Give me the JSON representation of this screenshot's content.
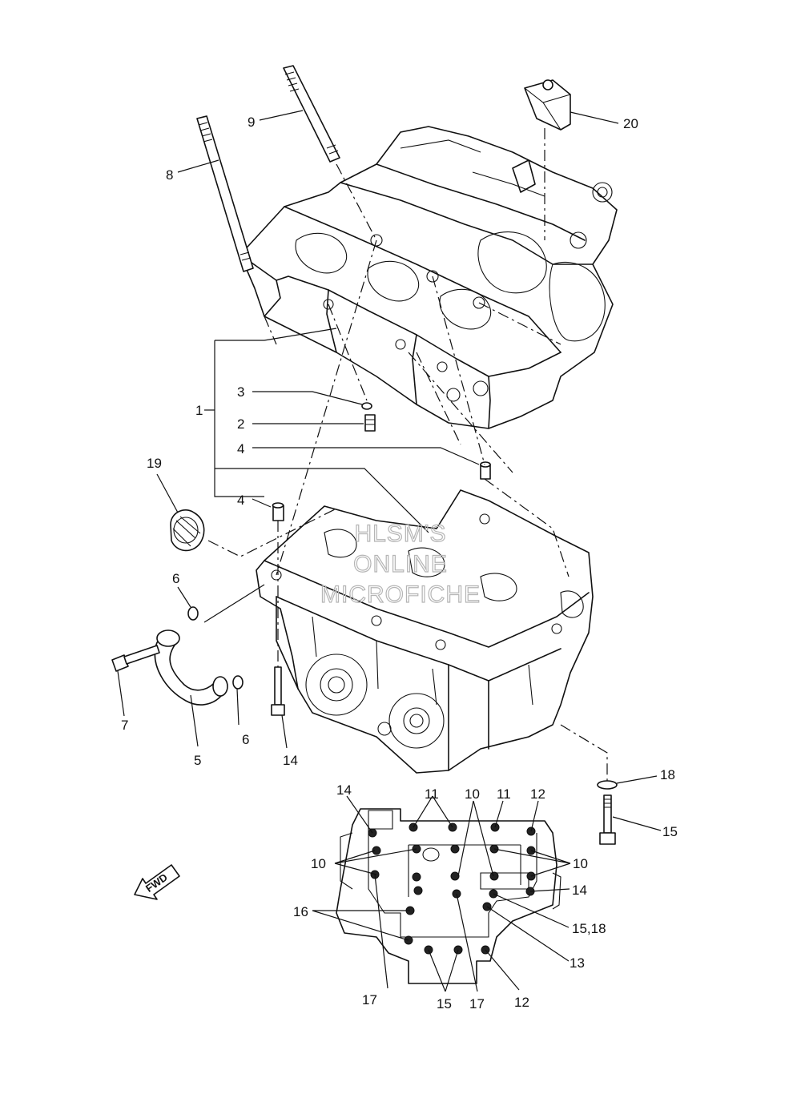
{
  "watermark": {
    "line1": "HLSM'S",
    "line2": "ONLINE",
    "line3": "MICROFICHE"
  },
  "fwd_label": "FWD",
  "callouts": [
    {
      "id": "c1",
      "text": "1"
    },
    {
      "id": "c2",
      "text": "2"
    },
    {
      "id": "c3",
      "text": "3"
    },
    {
      "id": "c4a",
      "text": "4"
    },
    {
      "id": "c4b",
      "text": "4"
    },
    {
      "id": "c5",
      "text": "5"
    },
    {
      "id": "c6a",
      "text": "6"
    },
    {
      "id": "c6b",
      "text": "6"
    },
    {
      "id": "c7",
      "text": "7"
    },
    {
      "id": "c8",
      "text": "8"
    },
    {
      "id": "c9",
      "text": "9"
    },
    {
      "id": "c10a",
      "text": "10"
    },
    {
      "id": "c10b",
      "text": "10"
    },
    {
      "id": "c10c",
      "text": "10"
    },
    {
      "id": "c11a",
      "text": "11"
    },
    {
      "id": "c11b",
      "text": "11"
    },
    {
      "id": "c12a",
      "text": "12"
    },
    {
      "id": "c12b",
      "text": "12"
    },
    {
      "id": "c13",
      "text": "13"
    },
    {
      "id": "c14a",
      "text": "14"
    },
    {
      "id": "c14b",
      "text": "14"
    },
    {
      "id": "c14c",
      "text": "14"
    },
    {
      "id": "c15a",
      "text": "15"
    },
    {
      "id": "c15b",
      "text": "15"
    },
    {
      "id": "c1518",
      "text": "15,18"
    },
    {
      "id": "c16",
      "text": "16"
    },
    {
      "id": "c17a",
      "text": "17"
    },
    {
      "id": "c17b",
      "text": "17"
    },
    {
      "id": "c18",
      "text": "18"
    },
    {
      "id": "c19",
      "text": "19"
    },
    {
      "id": "c20",
      "text": "20"
    }
  ]
}
